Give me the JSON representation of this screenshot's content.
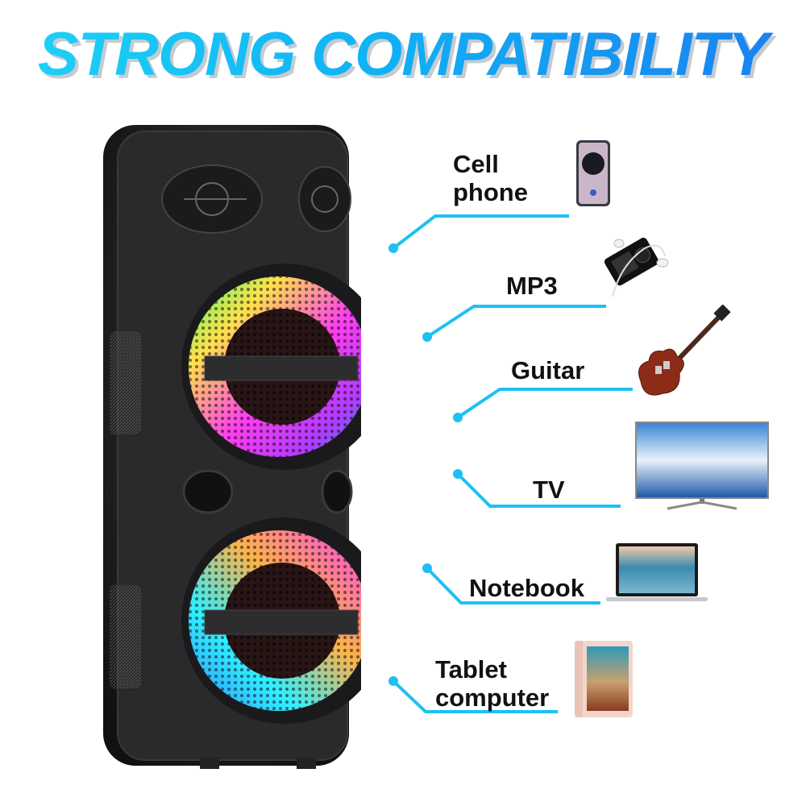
{
  "header": {
    "title": "STRONG COMPATIBILITY",
    "gradient": [
      "#1fd3f7",
      "#1a7ff0"
    ]
  },
  "product": {
    "name": "dual-woofer-rgb-party-speaker",
    "led_colors": [
      "#ffe14a",
      "#ff3df0",
      "#b23bff",
      "#2f8bff",
      "#2ff0ff",
      "#3dff6a"
    ]
  },
  "accent_color": "#1ec0f2",
  "devices": [
    {
      "label_line1": "Cell",
      "label_line2": "phone",
      "icon": "smartphone-icon"
    },
    {
      "label_line1": "MP3",
      "label_line2": "",
      "icon": "mp3-player-icon"
    },
    {
      "label_line1": "Guitar",
      "label_line2": "",
      "icon": "guitar-icon"
    },
    {
      "label_line1": "TV",
      "label_line2": "",
      "icon": "tv-icon"
    },
    {
      "label_line1": "Notebook",
      "label_line2": "",
      "icon": "laptop-icon"
    },
    {
      "label_line1": "Tablet",
      "label_line2": "computer",
      "icon": "tablet-icon"
    }
  ]
}
